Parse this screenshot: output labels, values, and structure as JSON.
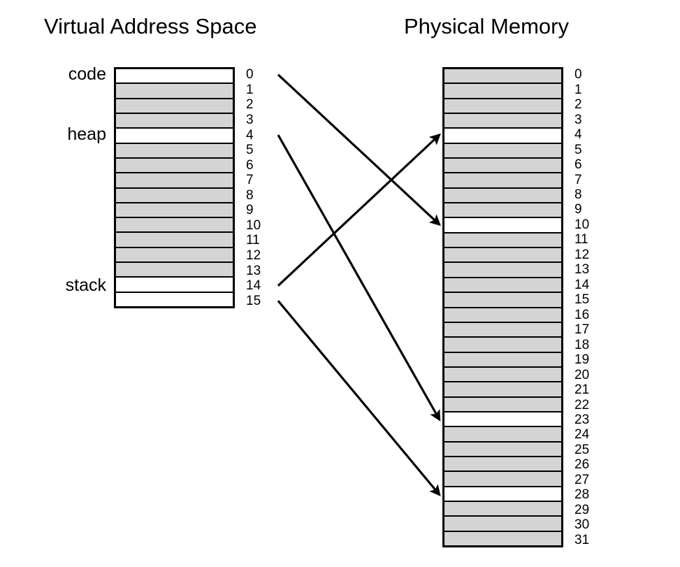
{
  "titles": {
    "virtual": "Virtual Address Space",
    "physical": "Physical Memory"
  },
  "segment_labels": [
    {
      "name": "code",
      "page": 0,
      "label": "code"
    },
    {
      "name": "heap",
      "page": 4,
      "label": "heap"
    },
    {
      "name": "stack",
      "page": 14,
      "label": "stack"
    }
  ],
  "virtual_address_space": {
    "page_count": 16,
    "indices": [
      "0",
      "1",
      "2",
      "3",
      "4",
      "5",
      "6",
      "7",
      "8",
      "9",
      "10",
      "11",
      "12",
      "13",
      "14",
      "15"
    ],
    "used_pages": [
      0,
      4,
      14,
      15
    ],
    "fill_used": "#ffffff",
    "fill_unused": "#d4d4d4"
  },
  "physical_memory": {
    "frame_count": 32,
    "indices": [
      "0",
      "1",
      "2",
      "3",
      "4",
      "5",
      "6",
      "7",
      "8",
      "9",
      "10",
      "11",
      "12",
      "13",
      "14",
      "15",
      "16",
      "17",
      "18",
      "19",
      "20",
      "21",
      "22",
      "23",
      "24",
      "25",
      "26",
      "27",
      "28",
      "29",
      "30",
      "31"
    ],
    "free_frames": [
      4,
      10,
      23,
      28
    ],
    "fill_free": "#ffffff",
    "fill_occupied": "#d4d4d4"
  },
  "mappings": [
    {
      "name": "code-page-0",
      "from_page": 0,
      "to_frame": 10
    },
    {
      "name": "heap-page-4",
      "from_page": 4,
      "to_frame": 23
    },
    {
      "name": "stack-page-14",
      "from_page": 14,
      "to_frame": 4
    },
    {
      "name": "stack-page-15",
      "from_page": 15,
      "to_frame": 28
    }
  ],
  "colors": {
    "line": "#000000",
    "background": "#ffffff"
  }
}
